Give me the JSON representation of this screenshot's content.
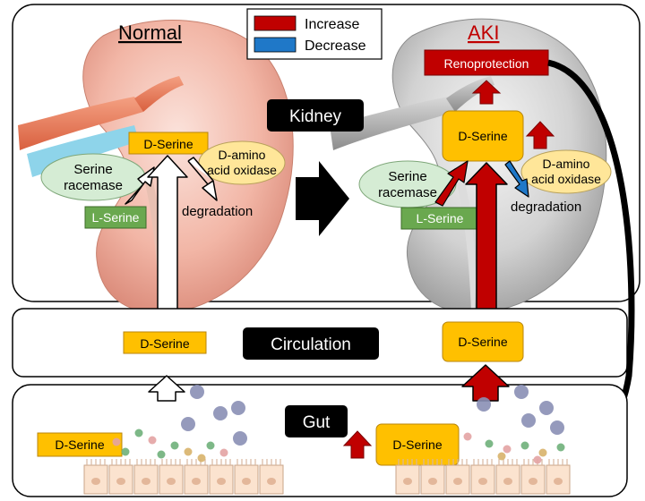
{
  "legend": {
    "increase_label": "Increase",
    "decrease_label": "Decrease",
    "increase_color": "#c00000",
    "decrease_color": "#1f78c8"
  },
  "normal": {
    "title": "Normal",
    "d_serine": "D-Serine",
    "serine_racemase": [
      "Serine",
      "racemase"
    ],
    "daao": [
      "D-amino",
      "acid oxidase"
    ],
    "degradation": "degradation",
    "l_serine": "L-Serine",
    "circulation_d_serine": "D-Serine",
    "gut_d_serine": "D-Serine"
  },
  "aki": {
    "title": "AKI",
    "renoprotection": "Renoprotection",
    "d_serine": "D-Serine",
    "serine_racemase": [
      "Serine",
      "racemase"
    ],
    "daao": [
      "D-amino",
      "acid oxidase"
    ],
    "degradation": "degradation",
    "l_serine": "L-Serine",
    "circulation_d_serine": "D-Serine",
    "gut_d_serine": "D-Serine"
  },
  "labels": {
    "kidney": "Kidney",
    "circulation": "Circulation",
    "gut": "Gut"
  },
  "colors": {
    "box_yellow": "#ffc000",
    "box_yellow_border": "#b8860b",
    "ellipse_green": "#d5ecd4",
    "ellipse_yellow": "#ffe699",
    "rect_green": "#6aa84f",
    "aki_red": "#c00000",
    "black_label": "#000000"
  }
}
